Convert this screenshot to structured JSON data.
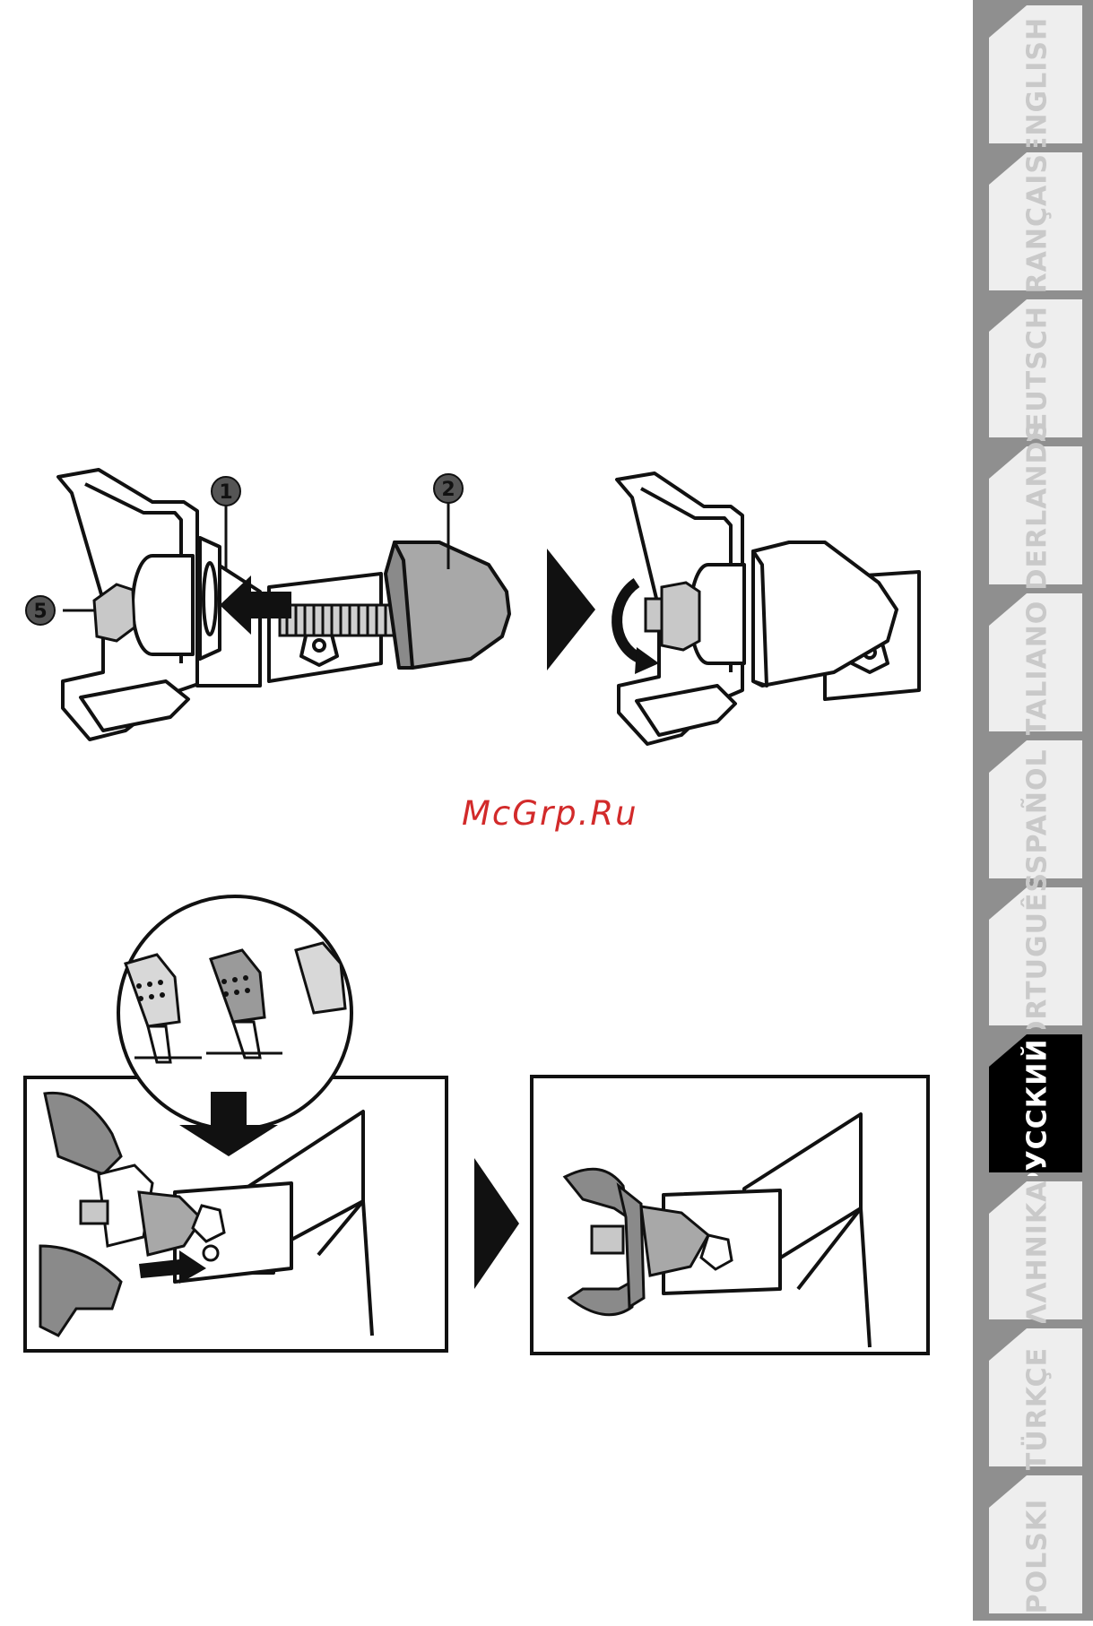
{
  "watermark": "McGrp.Ru",
  "callouts": {
    "one": "1",
    "two": "2",
    "five": "5"
  },
  "colors": {
    "tab_bg": "#eeeeee",
    "tab_shadow": "#8f8f8f",
    "tab_active_bg": "#000000",
    "tab_text": "#c9c9c9",
    "watermark": "#d22a2a"
  },
  "lang_tabs": [
    {
      "label": "ENGLISH",
      "active": false
    },
    {
      "label": "FRANÇAIS",
      "active": false
    },
    {
      "label": "DEUTSCH",
      "active": false
    },
    {
      "label": "NEDERLANDS",
      "active": false
    },
    {
      "label": "ITALIANO",
      "active": false
    },
    {
      "label": "ESPAÑOL",
      "active": false
    },
    {
      "label": "PORTUGUÊS",
      "active": false
    },
    {
      "label": "РУССКИЙ",
      "active": true
    },
    {
      "label": "ΕΛΛΗΝΙΚΑ",
      "active": false
    },
    {
      "label": "TÜRKÇE",
      "active": false
    },
    {
      "label": "POLSKI",
      "active": false
    }
  ]
}
